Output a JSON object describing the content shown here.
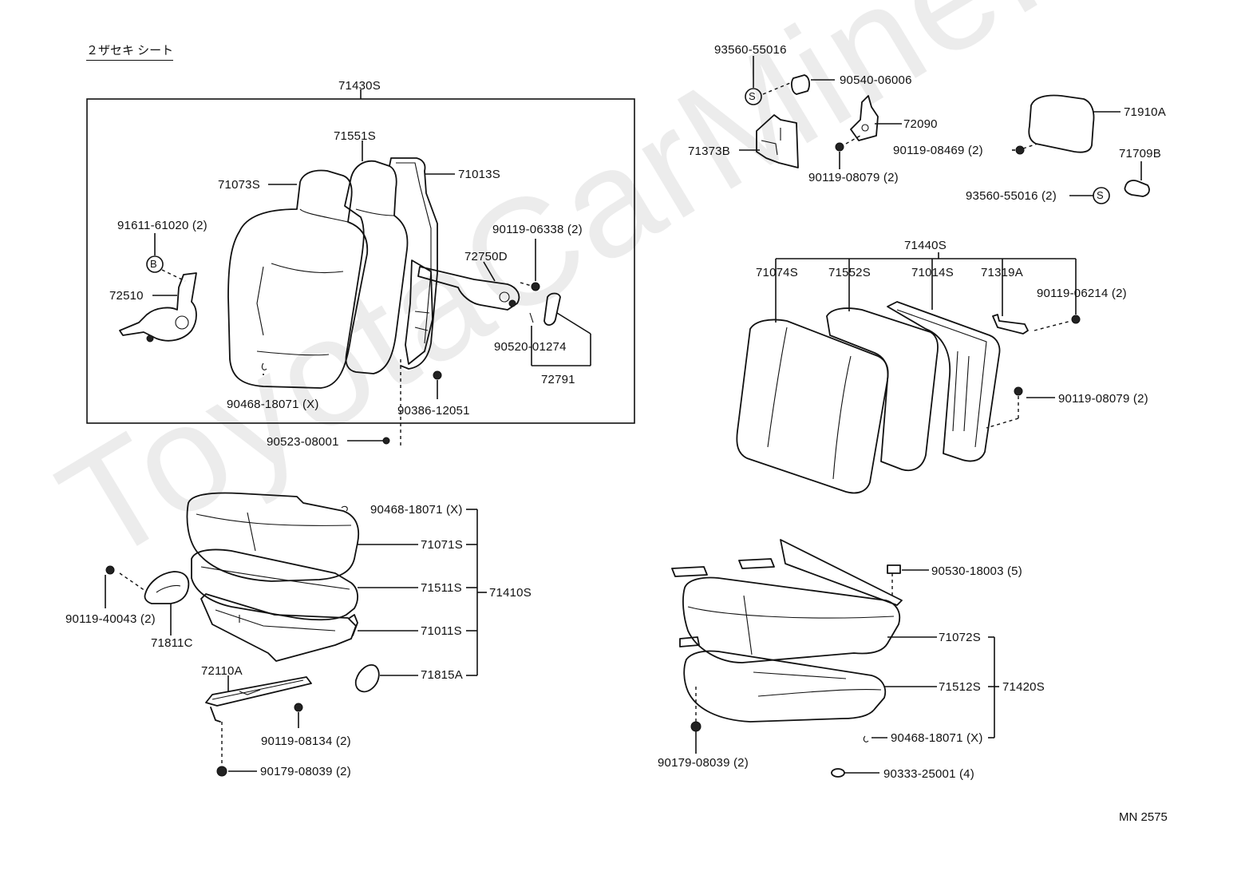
{
  "title": "２ザセキ シート",
  "watermark": "ToyotaCarMine.ru",
  "diagram_code": "MN 2575",
  "labels": {
    "p71430S": "71430S",
    "p71551S": "71551S",
    "p71073S": "71073S",
    "p71013S": "71013S",
    "p91611": "91611-61020 (2)",
    "p72510": "72510",
    "p90119_06338": "90119-06338 (2)",
    "p72750D": "72750D",
    "p90520": "90520-01274",
    "p72791": "72791",
    "p90468_top": "90468-18071 (X)",
    "p90386": "90386-12051",
    "p90523": "90523-08001",
    "p90468_mid": "90468-18071 (X)",
    "p71071S": "71071S",
    "p71511S": "71511S",
    "p71410S": "71410S",
    "p71011S": "71011S",
    "p71815A": "71815A",
    "p90119_40043": "90119-40043 (2)",
    "p71811C": "71811C",
    "p72110A": "72110A",
    "p90119_08134": "90119-08134 (2)",
    "p90179_left": "90179-08039 (2)",
    "p93560_top": "93560-55016",
    "p90540": "90540-06006",
    "p72090": "72090",
    "p71373B": "71373B",
    "p90119_08079_a": "90119-08079 (2)",
    "p71910A": "71910A",
    "p90119_08469": "90119-08469 (2)",
    "p71709B": "71709B",
    "p93560_b": "93560-55016 (2)",
    "p71440S": "71440S",
    "p71074S": "71074S",
    "p71552S": "71552S",
    "p71014S": "71014S",
    "p71319A": "71319A",
    "p90119_06214": "90119-06214 (2)",
    "p90119_08079_b": "90119-08079 (2)",
    "p90530": "90530-18003 (5)",
    "p71072S": "71072S",
    "p71512S": "71512S",
    "p71420S": "71420S",
    "p90468_right": "90468-18071 (X)",
    "p90179_right": "90179-08039 (2)",
    "p90333": "90333-25001 (4)"
  },
  "callouts": {
    "b_symbol": "B",
    "s_symbol": "S",
    "s_symbol_2": "S"
  }
}
